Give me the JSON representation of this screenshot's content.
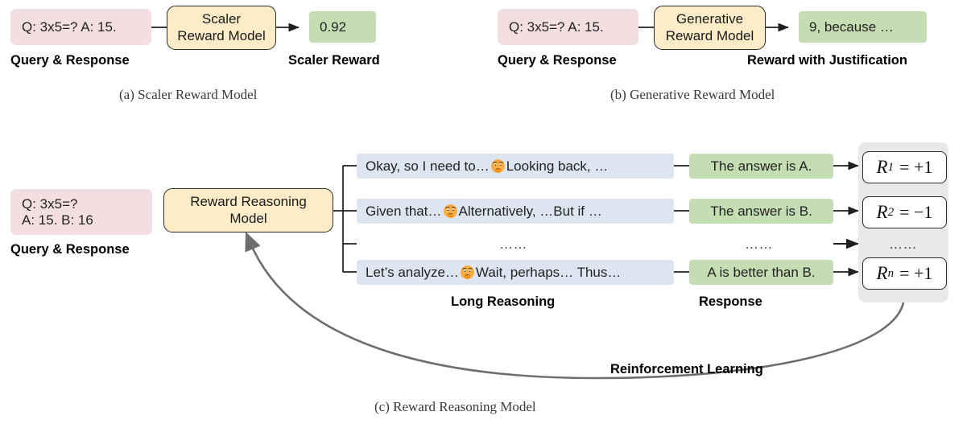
{
  "panel_a": {
    "caption": "(a) Scaler Reward Model",
    "input_box": "Q: 3x5=? A: 15.",
    "input_label": "Query & Response",
    "model_box_line1": "Scaler",
    "model_box_line2": "Reward Model",
    "output_box": "0.92",
    "output_label": "Scaler Reward"
  },
  "panel_b": {
    "caption": "(b) Generative Reward Model",
    "input_box": "Q: 3x5=? A: 15.",
    "input_label": "Query & Response",
    "model_box_line1": "Generative",
    "model_box_line2": "Reward Model",
    "output_box": "9, because …",
    "output_label": "Reward with Justification"
  },
  "panel_c": {
    "caption": "(c) Reward Reasoning Model",
    "input_box_line1": "Q: 3x5=?",
    "input_box_line2": "A: 15. B: 16",
    "input_label": "Query & Response",
    "model_box_line1": "Reward Reasoning",
    "model_box_line2": "Model",
    "reasoning_label": "Long Reasoning",
    "response_label": "Response",
    "rl_label": "Reinforcement Learning",
    "ellipsis": "……",
    "rows": [
      {
        "reasoning_pre": "Okay, so I need to…",
        "reasoning_post": "Looking back, …",
        "response": "The answer is A.",
        "reward_symbol": "R",
        "reward_subscript": "1",
        "reward_value": "= +1"
      },
      {
        "reasoning_pre": "Given that…",
        "reasoning_post": "Alternatively, …But if …",
        "response": "The answer is B.",
        "reward_symbol": "R",
        "reward_subscript": "2",
        "reward_value": "= −1"
      },
      {
        "reasoning_pre": "Let’s analyze… ",
        "reasoning_post": "Wait, perhaps… Thus…",
        "response": "A is better than B.",
        "reward_symbol": "R",
        "reward_subscript": "n",
        "reward_value": "= +1"
      }
    ]
  },
  "icons": {
    "thinking_face": "thinking-face-emoji"
  },
  "colors": {
    "pink": "#f3dfe2",
    "yellow": "#fcecc8",
    "green": "#c5ddb3",
    "blue": "#dde6f0",
    "gray": "#e9e9e9",
    "stroke": "#2b2b2b",
    "arrow_gray": "#6e6e6e"
  }
}
